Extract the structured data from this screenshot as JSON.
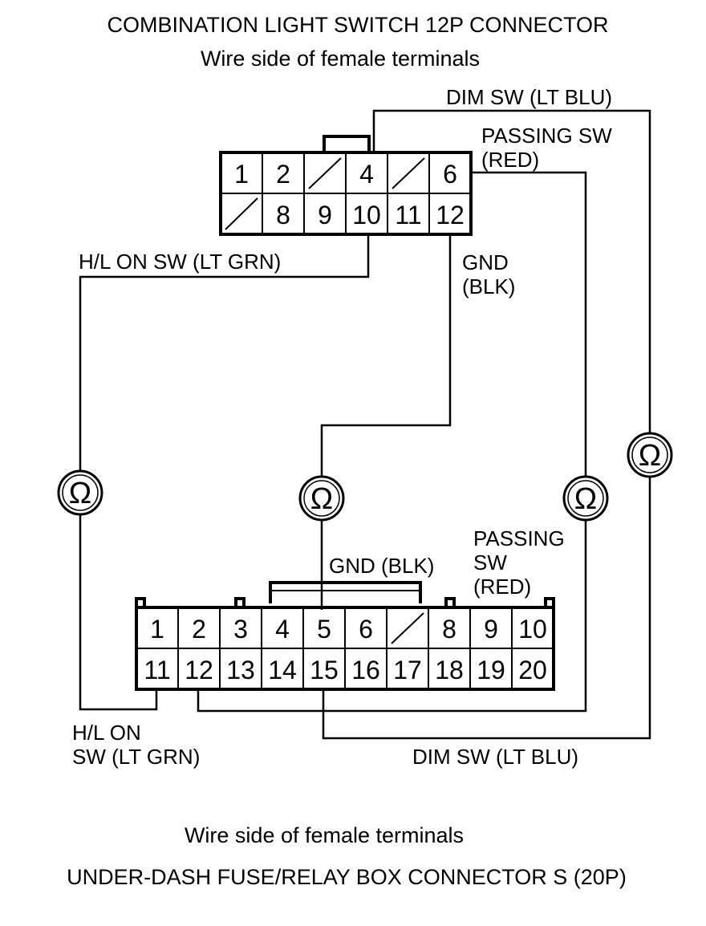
{
  "colors": {
    "ink": "#000000",
    "background": "#ffffff"
  },
  "titles": {
    "top_connector": "COMBINATION LIGHT SWITCH 12P CONNECTOR",
    "top_view": "Wire side of female terminals",
    "bottom_view": "Wire side of female terminals",
    "bottom_connector": "UNDER-DASH FUSE/RELAY BOX CONNECTOR S (20P)"
  },
  "connector_12p": {
    "row1": [
      "1",
      "2",
      "",
      "4",
      "",
      "6"
    ],
    "row2": [
      "",
      "8",
      "9",
      "10",
      "11",
      "12"
    ]
  },
  "connector_20p": {
    "row1": [
      "1",
      "2",
      "3",
      "4",
      "5",
      "6",
      "",
      "8",
      "9",
      "10"
    ],
    "row2": [
      "11",
      "12",
      "13",
      "14",
      "15",
      "16",
      "17",
      "18",
      "19",
      "20"
    ]
  },
  "wire_labels": {
    "dim_sw_top": "DIM SW (LT BLU)",
    "passing_sw_top_line1": "PASSING SW",
    "passing_sw_top_line2": "(RED)",
    "hl_on_sw_top": "H/L ON SW (LT GRN)",
    "gnd_top_line1": "GND",
    "gnd_top_line2": "(BLK)",
    "passing_sw_bottom_line1": "PASSING",
    "passing_sw_bottom_line2": "SW",
    "passing_sw_bottom_line3": "(RED)",
    "gnd_bottom": "GND (BLK)",
    "hl_on_sw_bottom_line1": "H/L ON",
    "hl_on_sw_bottom_line2": "SW (LT GRN)",
    "dim_sw_bottom": "DIM SW (LT BLU)"
  },
  "meters": [
    {
      "name": "ohmmeter-hl-on",
      "symbol": "Ω"
    },
    {
      "name": "ohmmeter-gnd",
      "symbol": "Ω"
    },
    {
      "name": "ohmmeter-passing",
      "symbol": "Ω"
    },
    {
      "name": "ohmmeter-dim",
      "symbol": "Ω"
    }
  ]
}
